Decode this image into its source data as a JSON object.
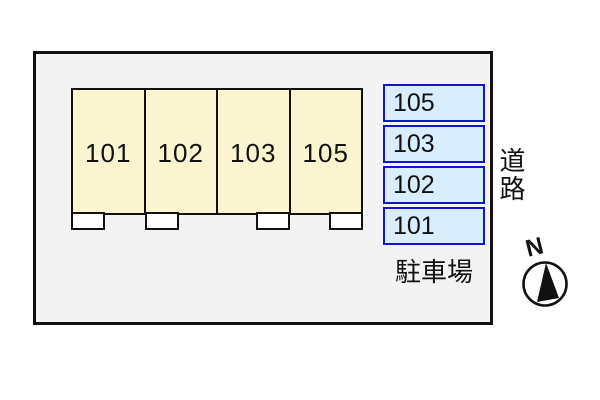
{
  "title": "site-plan-diagram",
  "building": {
    "units": [
      "101",
      "102",
      "103",
      "105"
    ],
    "fill_color": "#faf4d0",
    "outline_color": "#111111"
  },
  "parking": {
    "spaces": [
      "105",
      "103",
      "102",
      "101"
    ],
    "label": "駐車場",
    "fill_color": "#d9eefc",
    "border_color": "#1212cf"
  },
  "road": {
    "label": "道路"
  },
  "compass": {
    "label": "N"
  },
  "site": {
    "fill_color": "#f3f3f3",
    "background_color": "#ffffff"
  }
}
